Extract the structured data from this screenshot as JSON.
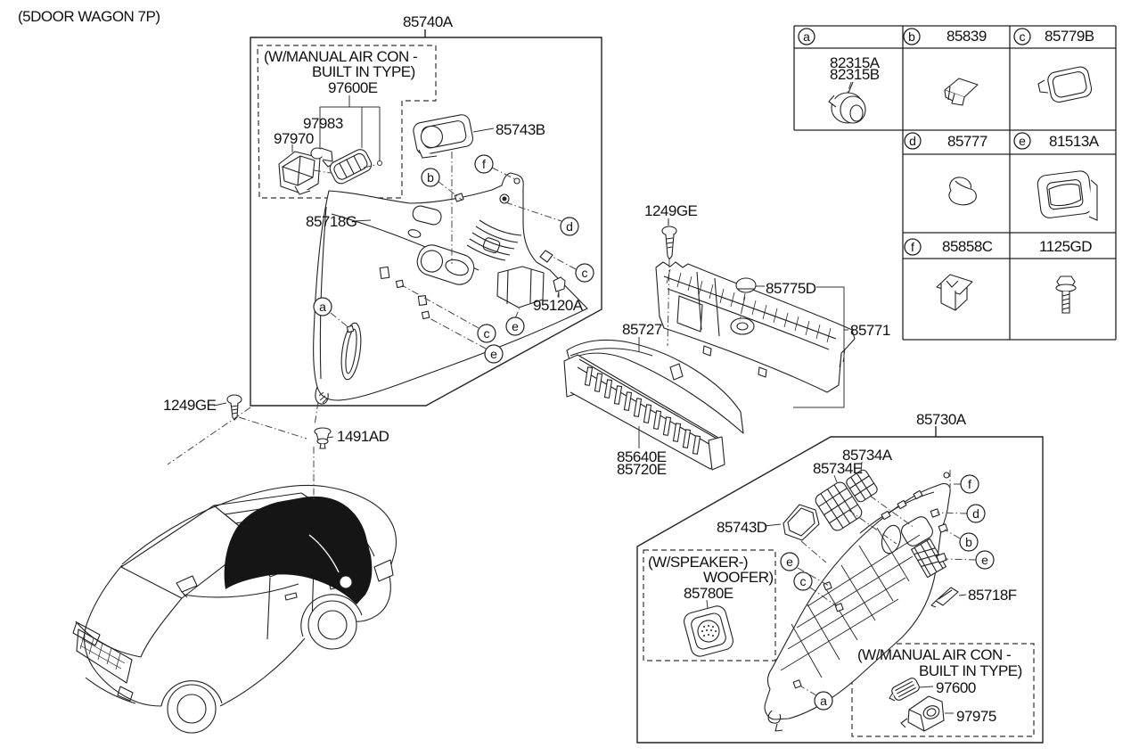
{
  "page": {
    "variant_note": "(5DOOR WAGON 7P)"
  },
  "left_assembly": {
    "part_no": "85740A",
    "aircon_note_line1": "(W/MANUAL AIR CON -",
    "aircon_note_line2": "BUILT IN TYPE)",
    "p97600E": "97600E",
    "p97983": "97983",
    "p97970": "97970",
    "p85743B": "85743B",
    "p85718G": "85718G",
    "p95120A": "95120A",
    "p1249GE": "1249GE",
    "p1491AD": "1491AD",
    "letters": [
      "b",
      "f",
      "d",
      "c",
      "e",
      "c",
      "e",
      "a"
    ]
  },
  "center": {
    "p1249GE": "1249GE",
    "p85775D": "85775D",
    "p85771": "85771",
    "p85727": "85727",
    "p85640E": "85640E",
    "p85720E": "85720E"
  },
  "right_assembly": {
    "part_no": "85730A",
    "p85734A": "85734A",
    "p85734E": "85734E",
    "p85743D": "85743D",
    "p85718F": "85718F",
    "speaker_note_line1": "(W/SPEAKER-)",
    "speaker_note_line2": "WOOFER)",
    "p85780E": "85780E",
    "aircon_note_line1": "(W/MANUAL AIR CON -",
    "aircon_note_line2": "BUILT IN TYPE)",
    "p97600": "97600",
    "p97975": "97975",
    "letters": [
      "f",
      "d",
      "b",
      "e",
      "e",
      "c",
      "a"
    ]
  },
  "legend": {
    "cells": [
      {
        "letter": "a",
        "part_no": ""
      },
      {
        "letter": "b",
        "part_no": "85839"
      },
      {
        "letter": "c",
        "part_no": "85779B"
      },
      {
        "letter": "d",
        "part_no": "85777"
      },
      {
        "letter": "e",
        "part_no": "81513A"
      },
      {
        "letter": "f",
        "part_no": "85858C"
      },
      {
        "letter": "",
        "part_no": "1125GD"
      }
    ],
    "grommet_labels": [
      "82315A",
      "82315B"
    ]
  }
}
